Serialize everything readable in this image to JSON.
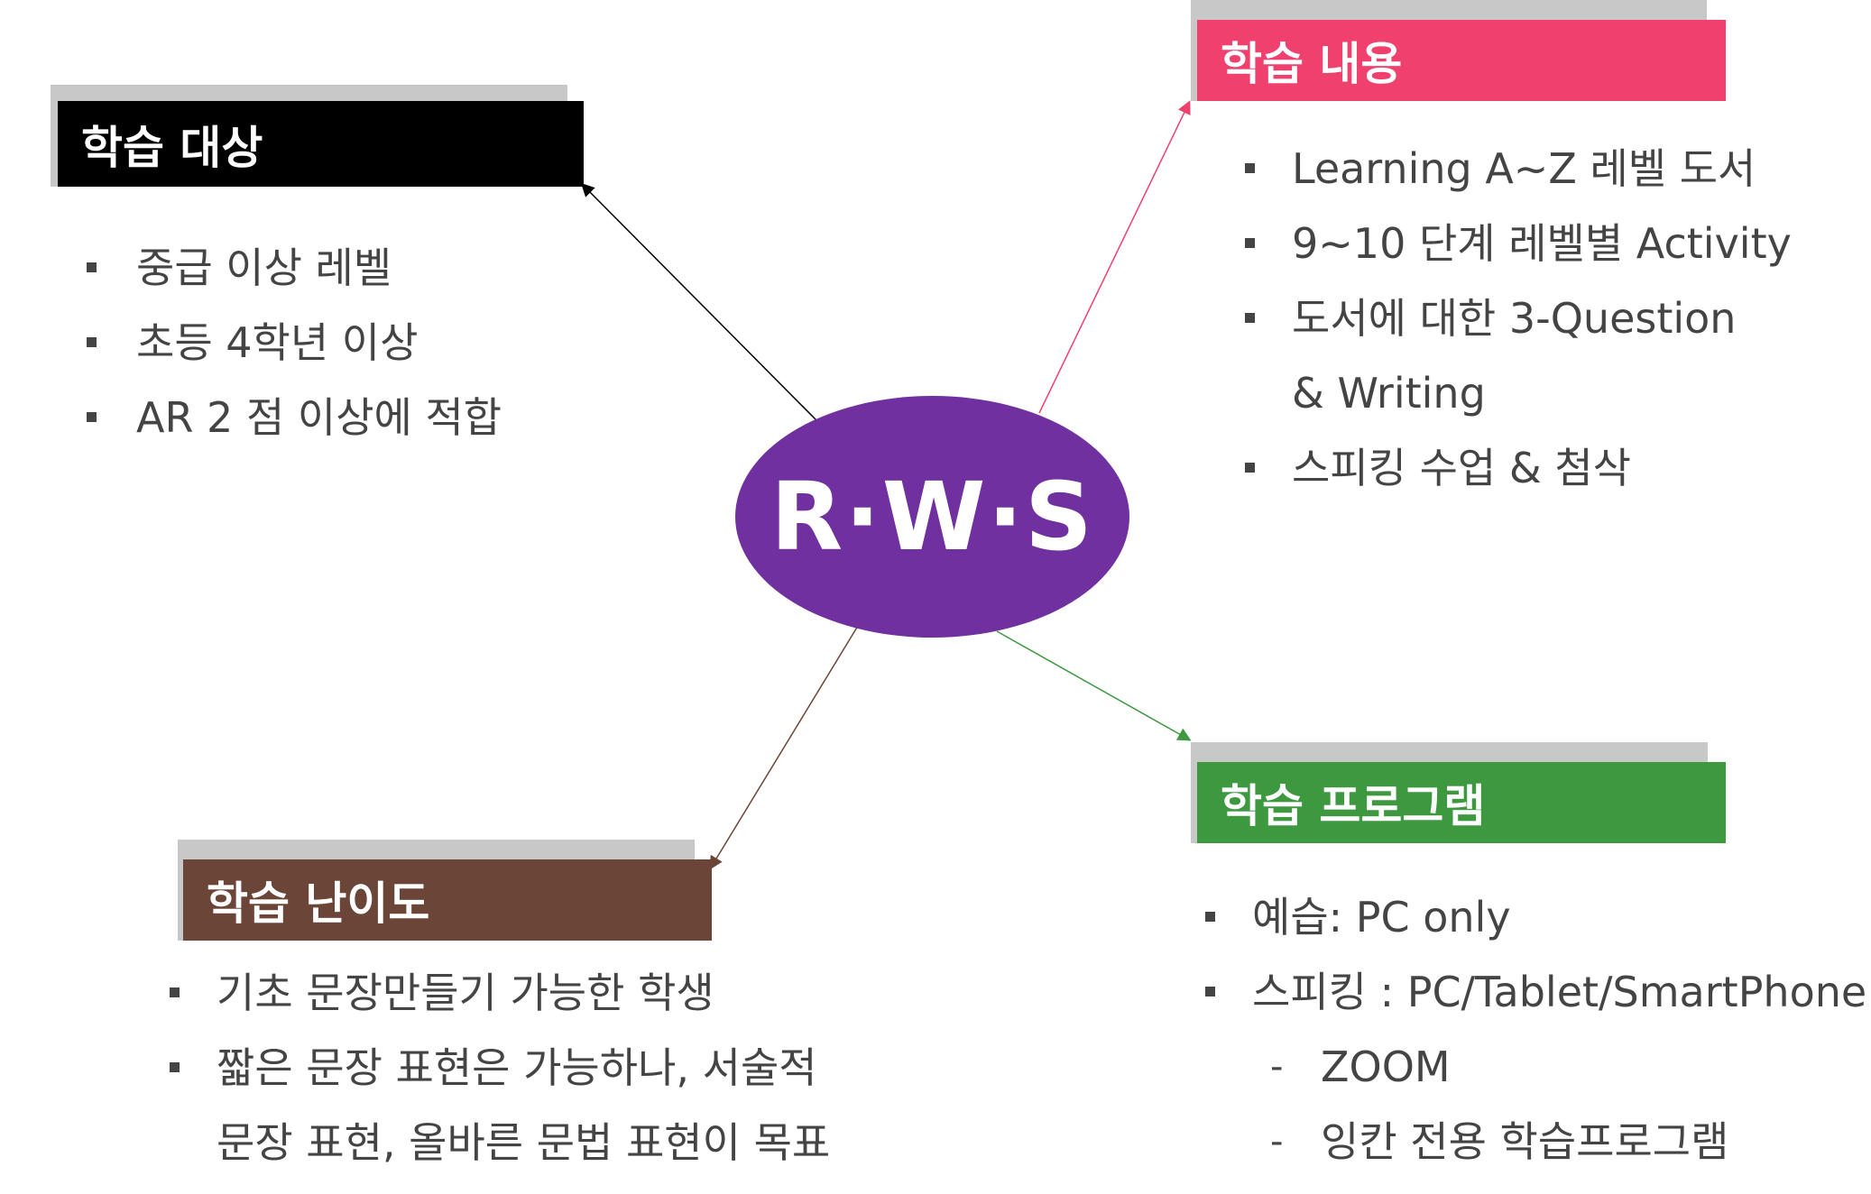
{
  "center": {
    "label": "R·W·S"
  },
  "colors": {
    "center": "#7030a0",
    "target": "#000000",
    "content": "#f0416e",
    "program": "#3d9840",
    "difficulty": "#6b4537",
    "shadow": "#c8c8c8"
  },
  "target": {
    "title": "학습 대상",
    "items": [
      "중급 이상 레벨",
      "초등 4학년 이상",
      "AR 2 점 이상에 적합"
    ]
  },
  "content": {
    "title": "학습 내용",
    "items": [
      "Learning A~Z 레벨 도서",
      "9~10 단계 레벨별 Activity",
      "도서에 대한 3-Question",
      "스피킹 수업 & 첨삭"
    ],
    "continuation": "& Writing"
  },
  "difficulty": {
    "title": "학습 난이도",
    "items": [
      "기초 문장만들기 가능한 학생",
      "짧은 문장 표현은 가능하나, 서술적"
    ],
    "continuation": "문장 표현, 올바른 문법 표현이 목표"
  },
  "program": {
    "title": "학습 프로그램",
    "items": [
      "예습: PC only",
      "스피킹 : PC/Tablet/SmartPhone"
    ],
    "sub_items": [
      "ZOOM",
      "잉칸 전용 학습프로그램"
    ],
    "sub_marker": "-"
  }
}
